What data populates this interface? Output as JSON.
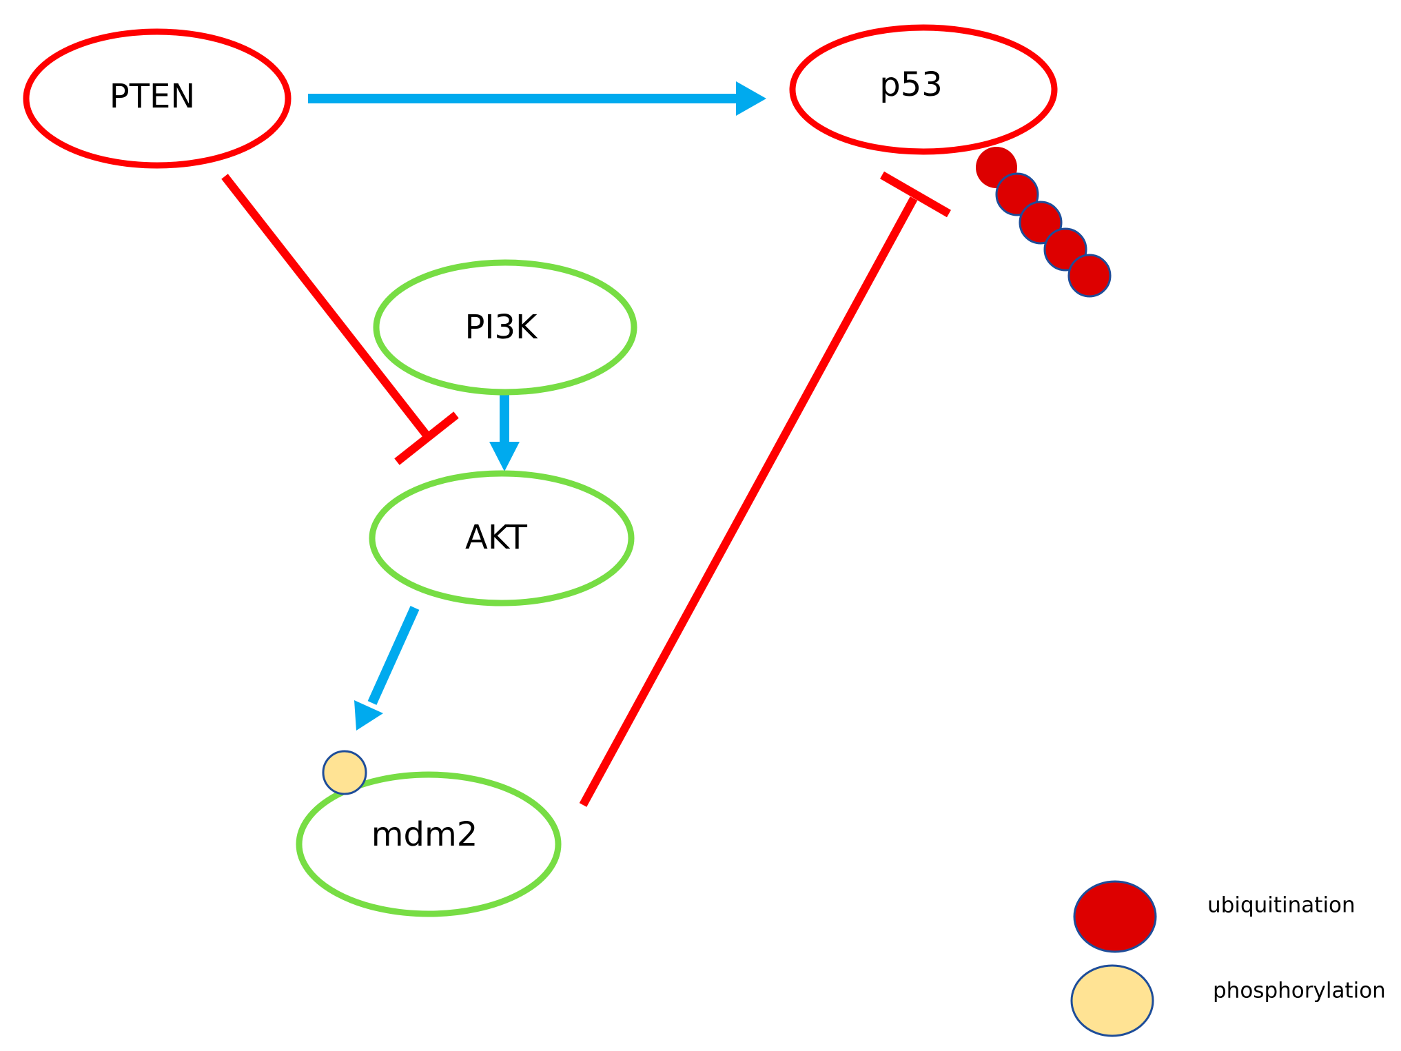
{
  "colors": {
    "tumor_suppressor": "#ff0000",
    "oncogene": "#77dd44",
    "activation_arrow": "#00aaee",
    "ubiquitin_fill": "#dd0000",
    "ubiquitin_stroke": "#1e4d99",
    "phospho_fill": "#ffe394",
    "phospho_stroke": "#1e4d99"
  },
  "nodes": {
    "pten": {
      "label": "PTEN"
    },
    "p53": {
      "label": "p53"
    },
    "pi3k": {
      "label": "PI3K"
    },
    "akt": {
      "label": "AKT"
    },
    "mdm2": {
      "label": "mdm2"
    }
  },
  "edges": [
    {
      "from": "PTEN",
      "to": "p53",
      "type": "activation"
    },
    {
      "from": "PTEN",
      "to": "AKT",
      "type": "inhibition"
    },
    {
      "from": "PI3K",
      "to": "AKT",
      "type": "activation"
    },
    {
      "from": "AKT",
      "to": "mdm2",
      "type": "activation"
    },
    {
      "from": "mdm2",
      "to": "p53",
      "type": "inhibition"
    }
  ],
  "modifications": {
    "p53_ubiquitin_count": 5,
    "mdm2_phosphorylation_count": 1
  },
  "legend": {
    "ubiquitination": "ubiquitination",
    "phosphorylation": "phosphorylation"
  }
}
